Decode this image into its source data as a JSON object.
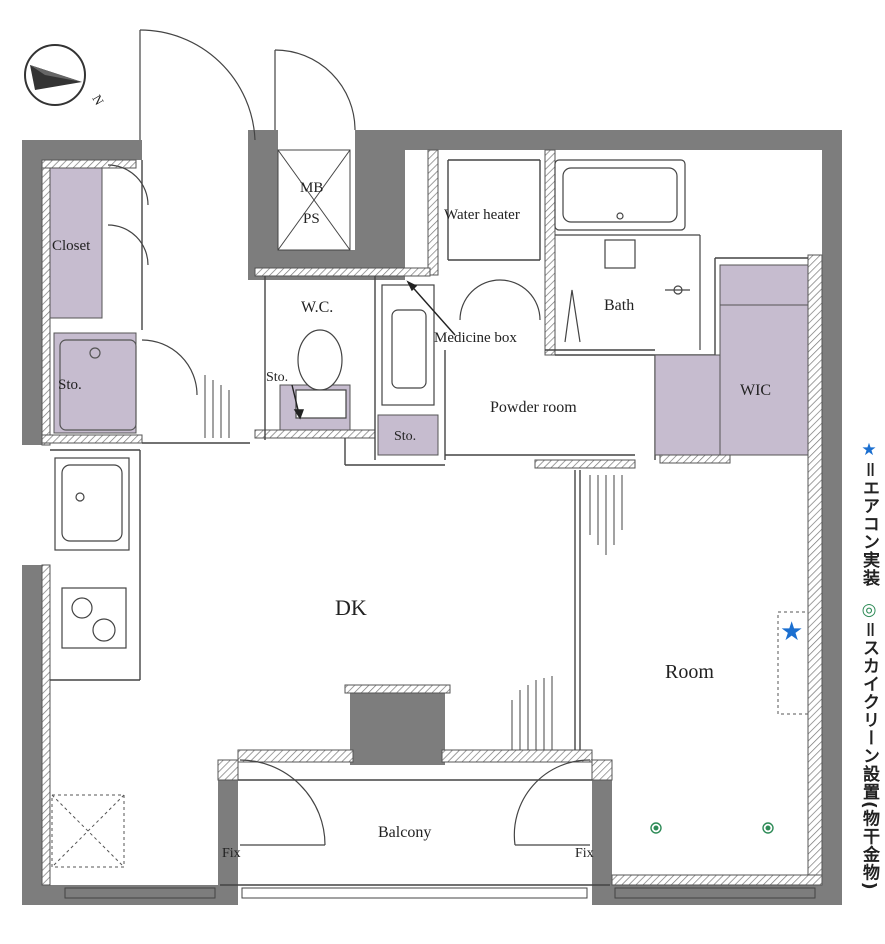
{
  "compass": {
    "letter": "N"
  },
  "rooms": {
    "closet": "Closet",
    "sto_left": "Sto.",
    "mb_ps_line1": "MB",
    "mb_ps_line2": "PS",
    "wc": "W.C.",
    "sto_wc": "Sto.",
    "sto_powder": "Sto.",
    "water_heater": "Water heater",
    "bath": "Bath",
    "medicine_box": "Medicine box",
    "powder_room": "Powder room",
    "wic": "WIC",
    "dk": "DK",
    "room": "Room",
    "balcony": "Balcony",
    "fix_left": "Fix",
    "fix_right": "Fix"
  },
  "legend": {
    "ac_symbol": "★",
    "ac_text": "＝エアコン実装",
    "sky_symbol": "◎",
    "sky_text": "＝スカイクリーン設置(物干金物)"
  },
  "colors": {
    "wall": "#7d7d7d",
    "storage_fill": "#c6bccf",
    "star": "#1b6fd0",
    "skyclean": "#2e8b57",
    "line": "#333333"
  }
}
